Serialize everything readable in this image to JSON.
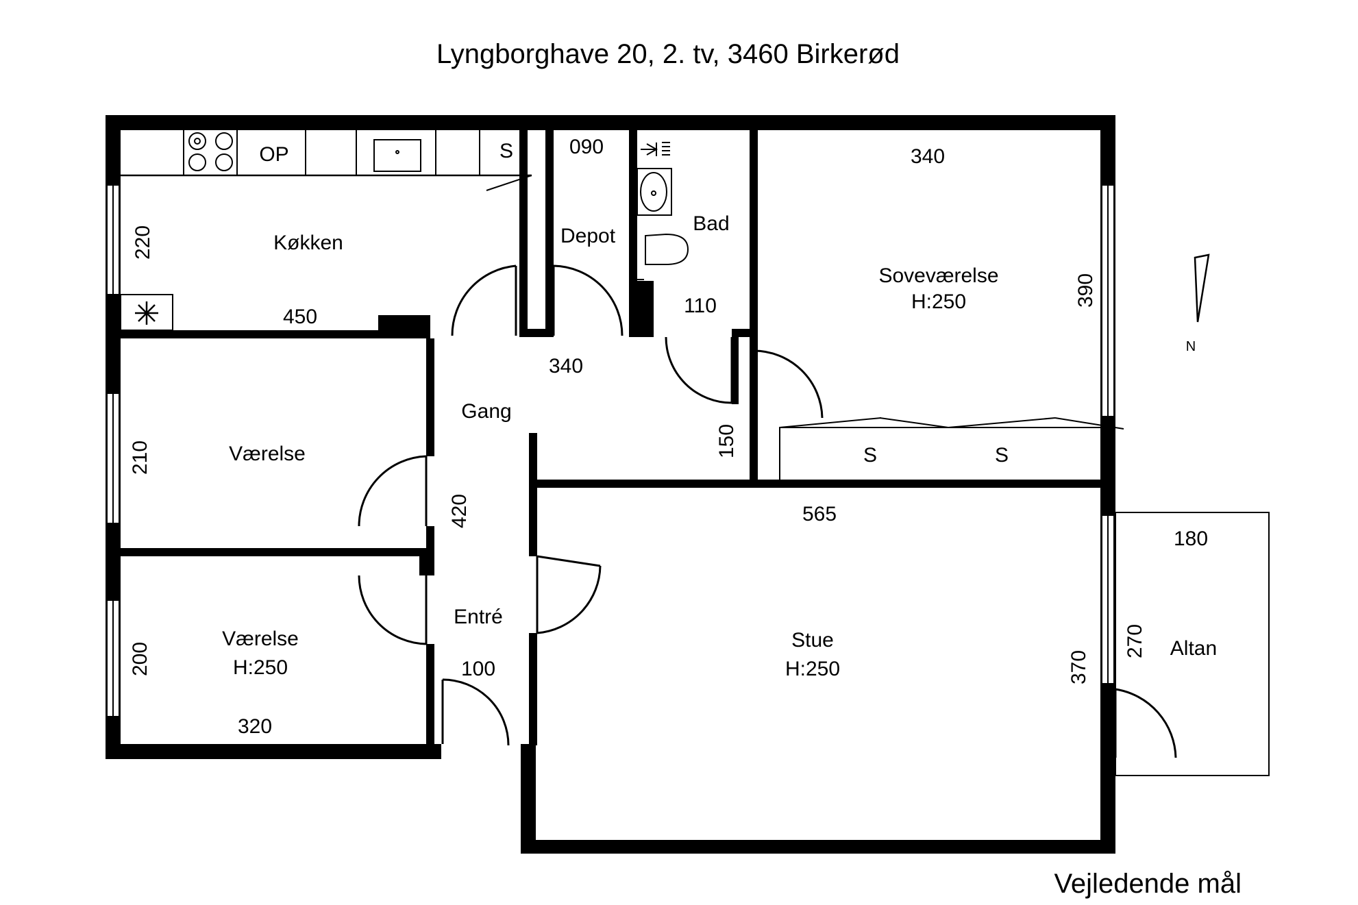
{
  "plan": {
    "title": "Lyngborghave 20, 2. tv, 3460 Birkerød",
    "note": "Vejledende mål",
    "north_label": "N",
    "kitchen": {
      "name": "Køkken",
      "dim_width": "450",
      "dim_height": "220",
      "fixtures": {
        "counter_op": "OP",
        "cabinet_s": "S"
      }
    },
    "depot": {
      "name": "Depot",
      "dim": "090"
    },
    "bath": {
      "name": "Bad",
      "dim": "110"
    },
    "bedroom": {
      "name": "Soveværelse",
      "height": "H:250",
      "dim_width": "340",
      "dim_height": "390",
      "wardrobe_1": "S",
      "wardrobe_2": "S"
    },
    "hall": {
      "name": "Gang",
      "dim_width": "340",
      "dim_height": "150"
    },
    "room1": {
      "name": "Værelse",
      "dim_height": "210"
    },
    "entrance": {
      "name": "Entré",
      "dim_height": "420",
      "dim_width": "100"
    },
    "room2": {
      "name": "Værelse",
      "height": "H:250",
      "dim_height": "200",
      "dim_width": "320"
    },
    "living": {
      "name": "Stue",
      "height": "H:250",
      "dim_width": "565",
      "dim_height": "370"
    },
    "balcony": {
      "name": "Altan",
      "dim_width": "180",
      "dim_height": "270"
    }
  }
}
